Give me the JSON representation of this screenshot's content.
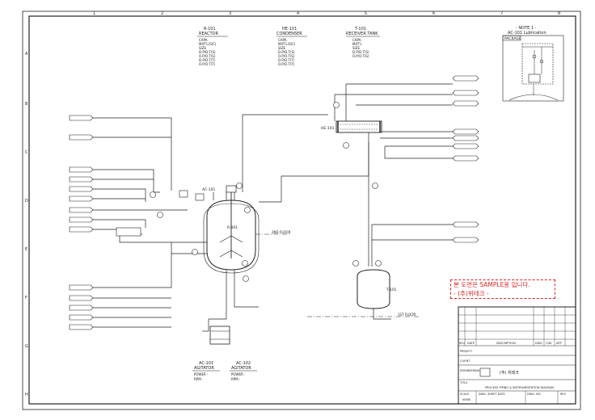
{
  "equipment_header": [
    {
      "tag": "R-101",
      "name": "REACTOR",
      "specs": [
        "CAPA.",
        "MAT'L(S/C)",
        "SIZE",
        "D.P/D.T(S)",
        "O.P/O.T(S)",
        "D.P/D.T(T)",
        "O.P/O.T(T)"
      ]
    },
    {
      "tag": "HE-101",
      "name": "CONDENSER",
      "specs": [
        "CAPA.",
        "MAT'L(S/C)",
        "SIZE",
        "D.P/D.T(S)",
        "O.P/O.T(S)",
        "D.P/D.T(T)",
        "O.P/O.T(T)"
      ]
    },
    {
      "tag": "T-101",
      "name": "RECEIVER TANK",
      "specs": [
        "CAPA.",
        "MAT'L",
        "SIZE",
        "D.P/D.T(S)",
        "O.P/O.T(S)"
      ]
    }
  ],
  "agitators": [
    {
      "tag": "AC-101",
      "name": "AGITATOR",
      "power": "POWER :",
      "rpm": "RPM :"
    },
    {
      "tag": "AC-102",
      "name": "AGITATOR",
      "power": "POWER :",
      "rpm": "RPM :"
    }
  ],
  "note": {
    "title": "- NOTE 1 -",
    "text": "AC-101 Lubrication",
    "package": "PACKAGE"
  },
  "stamp": {
    "line1": "본 도면은 SAMPLE용 입니다.",
    "line2": "- (주)위테크 -"
  },
  "labels": {
    "he": "HE-101",
    "reactor": "R-101",
    "tank": "T-101",
    "agitator": "AC-101",
    "floor1": "2ND FLOOR",
    "floor2": "1ST FLOOR"
  },
  "title_block": {
    "columns": [
      "REV",
      "DATE",
      "DESCRIPTION",
      "DWG",
      "CHK",
      "APP"
    ],
    "project": "PROJECT",
    "client": "CLIENT",
    "engineering": "ENGINEERING",
    "company": "(주) 위테크",
    "title": "TITLE",
    "drawing_title": "PROCESS PIPING & INSTRUMENTATION DIAGRAM",
    "scale": "SCALE",
    "scale_value": "NONE",
    "dwg_no": "DWG. SHEET DATE",
    "dwg_no2": "DWG. NO.",
    "rev": "REV"
  },
  "grid": {
    "cols": [
      "1",
      "2",
      "3",
      "4",
      "5",
      "6",
      "7",
      "8"
    ],
    "rows": [
      "A",
      "B",
      "C",
      "D",
      "E",
      "F",
      "G",
      "H"
    ]
  }
}
